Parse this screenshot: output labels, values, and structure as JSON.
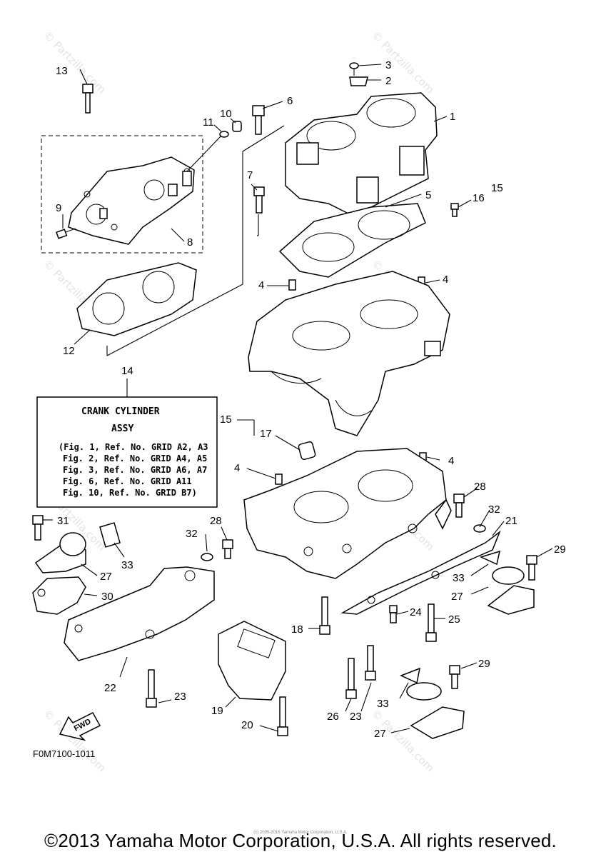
{
  "callouts": {
    "c1": "1",
    "c2": "2",
    "c3": "3",
    "c4a": "4",
    "c4b": "4",
    "c4c": "4",
    "c4d": "4",
    "c5": "5",
    "c6": "6",
    "c7": "7",
    "c8": "8",
    "c9": "9",
    "c10": "10",
    "c11": "11",
    "c12": "12",
    "c13": "13",
    "c14": "14",
    "c15a": "15",
    "c15b": "15",
    "c16": "16",
    "c17": "17",
    "c18": "18",
    "c19": "19",
    "c20": "20",
    "c21": "21",
    "c22": "22",
    "c23a": "23",
    "c23b": "23",
    "c24": "24",
    "c25": "25",
    "c26": "26",
    "c27a": "27",
    "c27b": "27",
    "c27c": "27",
    "c28a": "28",
    "c28b": "28",
    "c29a": "29",
    "c29b": "29",
    "c30": "30",
    "c31": "31",
    "c32a": "32",
    "c32b": "32",
    "c33a": "33",
    "c33b": "33",
    "c33c": "33"
  },
  "assy_box": {
    "title_line1": "CRANK CYLINDER",
    "title_line2": "ASSY",
    "refs": [
      "(Fig. 1, Ref. No. GRID A2, A3",
      "Fig. 2, Ref. No. GRID A4, A5",
      "Fig. 3, Ref. No. GRID A6, A7",
      "Fig. 6, Ref. No. GRID A11",
      "Fig. 10, Ref. No.  GRID B7)"
    ]
  },
  "fwd_label": "FWD",
  "figure_code": "F0M7100-1011",
  "watermark": "© Partzilla.com",
  "tiny_copyright": "(c) 2005-2016 Yamaha Motor Corporation, U.S.A.",
  "copyright": "©2013 Yamaha Motor Corporation, U.S.A. All rights reserved."
}
